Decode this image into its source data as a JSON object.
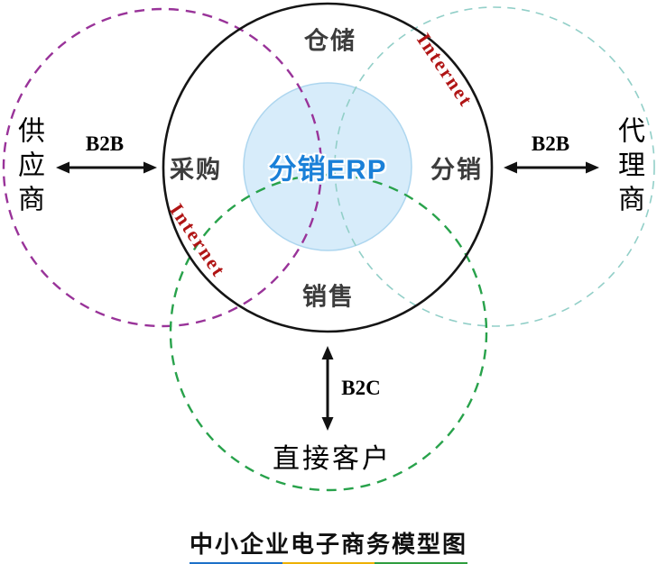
{
  "diagram": {
    "center_label": "分销ERP",
    "nodes": {
      "top": "仓储",
      "left": "采购",
      "right": "分销",
      "bottom": "销售"
    },
    "entities": {
      "supplier": "供应商",
      "agent": "代理商",
      "customer": "直接客户"
    },
    "links": {
      "b2b_left": "B2B",
      "b2b_right": "B2B",
      "b2c": "B2C"
    },
    "internet": {
      "top_right": "Internet",
      "bottom_left": "Internet"
    },
    "colors": {
      "main_circle": "#151515",
      "supplier_circle": "#993399",
      "agent_circle": "#92cfc8",
      "customer_circle": "#28a24b",
      "center_fill": "#d7ecfa",
      "center_text": "#1a80d8",
      "internet_text": "#b01414",
      "bar_blue": "#1d70c8",
      "bar_yellow": "#edb105",
      "bar_green": "#2f9e3f"
    }
  },
  "footer": {
    "title": "中小企业电子商务模型图"
  }
}
